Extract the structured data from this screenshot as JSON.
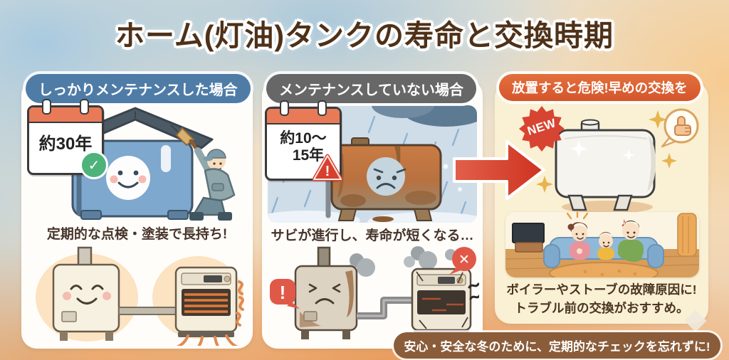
{
  "title": "ホーム(灯油)タンクの寿命と交換時期",
  "panel_maintained": {
    "header": "しっかりメンテナンスした場合",
    "calendar": "約30年",
    "caption": "定期的な点検・塗装で長持ち!"
  },
  "panel_neglected": {
    "header": "メンテナンスしていない場合",
    "calendar_line1": "約10〜",
    "calendar_line2": "15年",
    "caption": "サビが進行し、寿命が短くなる…"
  },
  "panel_replace": {
    "header": "放置すると危険!早めの交換を",
    "badge": "NEW",
    "caption_line1": "ボイラーやストーブの故障原因に!",
    "caption_line2": "トラブル前の交換がおすすめ。"
  },
  "footer": "安心・安全な冬のために、定期的なチェックを忘れずに!",
  "marks": {
    "check": "✓",
    "warning": "!",
    "alert": "!",
    "cross": "✕",
    "music_note": "♪"
  },
  "colors": {
    "title_brown": "#4e3118",
    "header_blue": "#4e7ca7",
    "header_gray": "#676767",
    "header_orange": "#d6552c",
    "banner_brown": "#8a5c3a",
    "arrow_red": "#d43a28",
    "badge_red": "#d84432",
    "check_green": "#4db37a",
    "tank_blue": "#7ea8cd",
    "tank_rust": "#c07243",
    "panel_cream": "#faf0d4"
  }
}
